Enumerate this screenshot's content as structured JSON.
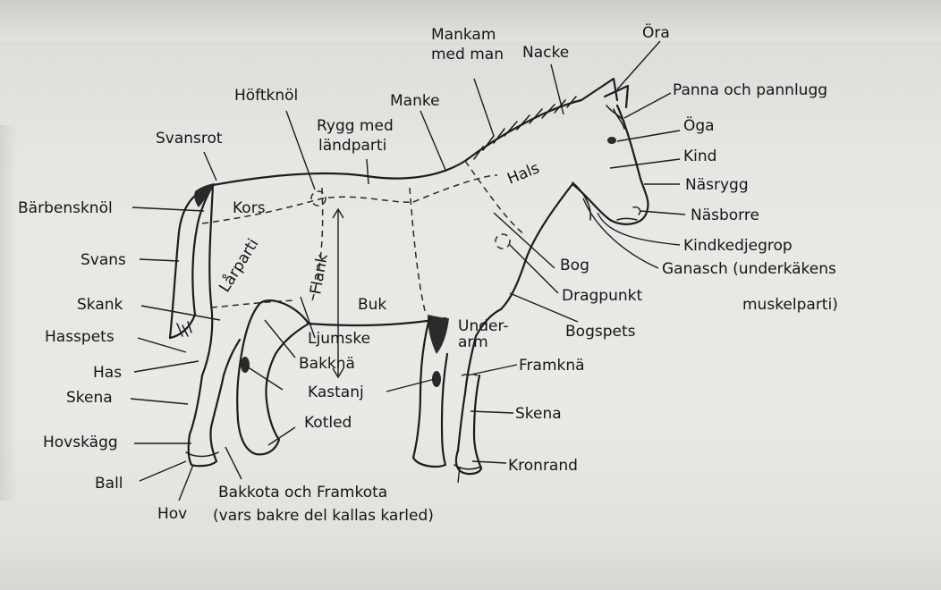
{
  "header_bleed": "",
  "side_bleed": "",
  "labels": {
    "mankam": [
      "Mankam",
      "med man"
    ],
    "nacke": "Nacke",
    "ora": "Öra",
    "panna": "Panna och pannlugg",
    "oga": "Öga",
    "kind": "Kind",
    "nasrygg": "Näsrygg",
    "nasborre": "Näsborre",
    "kindkedjegrop": "Kindkedjegrop",
    "ganasch": [
      "Ganasch (underkäkens",
      "muskelparti)"
    ],
    "hoftknol": "Höftknöl",
    "manke": "Manke",
    "rygg": [
      "Rygg med",
      "ländparti"
    ],
    "svansrot": "Svansrot",
    "barbensknol": "Bärbensknöl",
    "kors": "Kors",
    "svans": "Svans",
    "larparti": "Lårparti",
    "flank": "Flank",
    "hals": "Hals",
    "bog": "Bog",
    "dragpunkt": "Dragpunkt",
    "bogspets": "Bogspets",
    "skank": "Skank",
    "buk": "Buk",
    "underarm": [
      "Under-",
      "arm"
    ],
    "hasspets": "Hasspets",
    "ljumske": "Ljumske",
    "has": "Has",
    "bakkna": "Bakknä",
    "framkna": "Framknä",
    "skena_left": "Skena",
    "kastanj": "Kastanj",
    "skena_right": "Skena",
    "kotled": "Kotled",
    "hovskagg": "Hovskägg",
    "kronrand": "Kronrand",
    "ball": "Ball",
    "hov": "Hov",
    "bakkota": [
      "Bakkota och Framkota",
      "(vars bakre del kallas karled)"
    ]
  }
}
